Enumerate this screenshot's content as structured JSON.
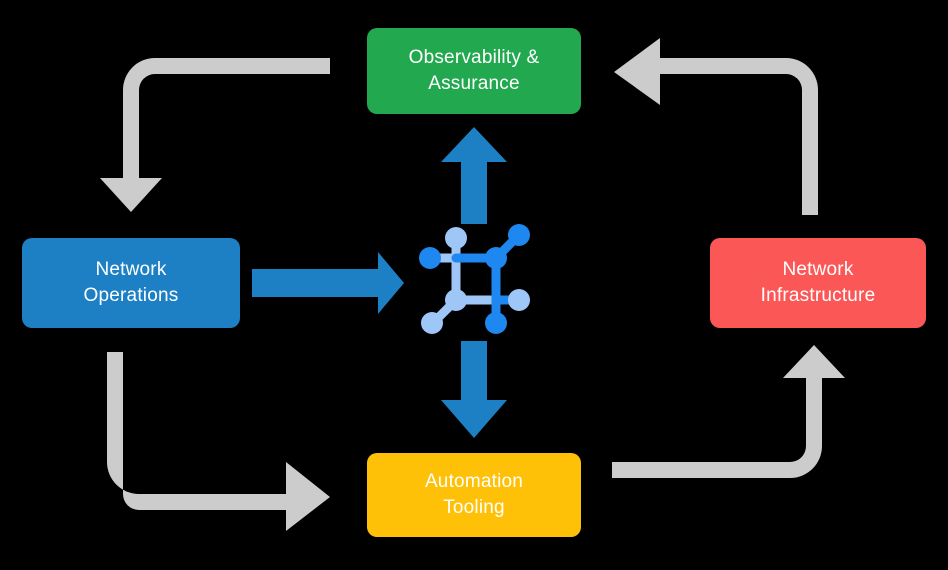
{
  "diagram": {
    "title": "Network Operations Lifecycle Cycle Diagram",
    "background_color": "#000000",
    "layout": "four-node clockwise cycle with central hub icon",
    "nodes": [
      {
        "id": "observability",
        "label": "Observability &\nAssurance",
        "line1": "Observability &",
        "line2": "Assurance",
        "color": "#22a84f",
        "text_color": "#ffffff",
        "position": "top"
      },
      {
        "id": "operations",
        "label": "Network\nOperations",
        "line1": "Network",
        "line2": "Operations",
        "color": "#1d80c4",
        "text_color": "#ffffff",
        "position": "left"
      },
      {
        "id": "infrastructure",
        "label": "Network\nInfrastructure",
        "line1": "Network",
        "line2": "Infrastructure",
        "color": "#fc5757",
        "text_color": "#ffffff",
        "position": "right"
      },
      {
        "id": "automation",
        "label": "Automation\nTooling",
        "line1": "Automation",
        "line2": "Tooling",
        "color": "#ffc107",
        "text_color": "#ffffff",
        "position": "bottom"
      }
    ],
    "hub": {
      "icon": "network-topology-icon",
      "color_primary": "#1e88f0",
      "color_secondary": "#9ec7f7"
    },
    "connectors": {
      "blue_color": "#1d80c4",
      "gray_color": "#cccccc",
      "direct": [
        {
          "id": "operations-to-hub",
          "from": "operations",
          "to": "hub",
          "direction": "right",
          "color": "#1d80c4"
        },
        {
          "id": "hub-to-observability",
          "from": "hub",
          "to": "observability",
          "direction": "up",
          "color": "#1d80c4"
        },
        {
          "id": "hub-to-automation",
          "from": "hub",
          "to": "automation",
          "direction": "down",
          "color": "#1d80c4"
        }
      ],
      "cycle": [
        {
          "id": "observability-to-operations",
          "from": "observability",
          "to": "operations",
          "direction": "left-then-down",
          "color": "#cccccc"
        },
        {
          "id": "operations-to-automation",
          "from": "operations",
          "to": "automation",
          "direction": "down-then-right",
          "color": "#cccccc"
        },
        {
          "id": "automation-to-infrastructure",
          "from": "automation",
          "to": "infrastructure",
          "direction": "right-then-up",
          "color": "#cccccc"
        },
        {
          "id": "infrastructure-to-observability",
          "from": "infrastructure",
          "to": "observability",
          "direction": "up-then-left",
          "color": "#cccccc"
        }
      ]
    }
  }
}
